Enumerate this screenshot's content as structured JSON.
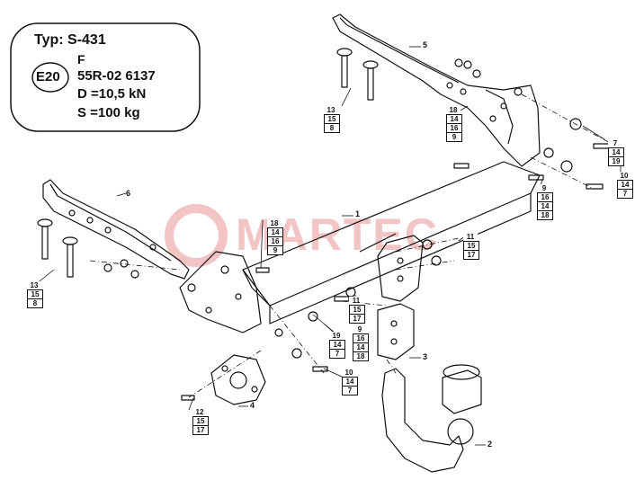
{
  "spec": {
    "type_label": "Typ: S-431",
    "class": "F",
    "approval_mark": "E20",
    "approval_number": "55R-02 6137",
    "d_value": "D =10,5 kN",
    "s_value": "S =100 kg"
  },
  "watermark": {
    "brand": "MARTEC"
  },
  "part_labels": [
    {
      "id": "part-1",
      "text": "1"
    },
    {
      "id": "part-2",
      "text": "2"
    },
    {
      "id": "part-3",
      "text": "3"
    },
    {
      "id": "part-4",
      "text": "4"
    },
    {
      "id": "part-5",
      "text": "5"
    },
    {
      "id": "part-6",
      "text": "6"
    }
  ],
  "stacks": [
    {
      "id": "stack-a",
      "values": [
        "13",
        "15",
        "8"
      ]
    },
    {
      "id": "stack-b",
      "values": [
        "18",
        "14",
        "16",
        "9"
      ]
    },
    {
      "id": "stack-c",
      "values": [
        "7",
        "14",
        "19"
      ]
    },
    {
      "id": "stack-d",
      "values": [
        "10",
        "14",
        "7"
      ]
    },
    {
      "id": "stack-e",
      "values": [
        "9",
        "16",
        "14",
        "18"
      ]
    },
    {
      "id": "stack-f",
      "values": [
        "18",
        "14",
        "16",
        "9"
      ]
    },
    {
      "id": "stack-g",
      "values": [
        "11",
        "15",
        "17"
      ]
    },
    {
      "id": "stack-h",
      "values": [
        "13",
        "15",
        "8"
      ]
    },
    {
      "id": "stack-i",
      "values": [
        "11",
        "15",
        "17"
      ]
    },
    {
      "id": "stack-j",
      "values": [
        "9",
        "16",
        "14",
        "18"
      ]
    },
    {
      "id": "stack-k",
      "values": [
        "19",
        "14",
        "7"
      ]
    },
    {
      "id": "stack-l",
      "values": [
        "10",
        "14",
        "7"
      ]
    },
    {
      "id": "stack-m",
      "values": [
        "12",
        "15",
        "17"
      ]
    }
  ]
}
